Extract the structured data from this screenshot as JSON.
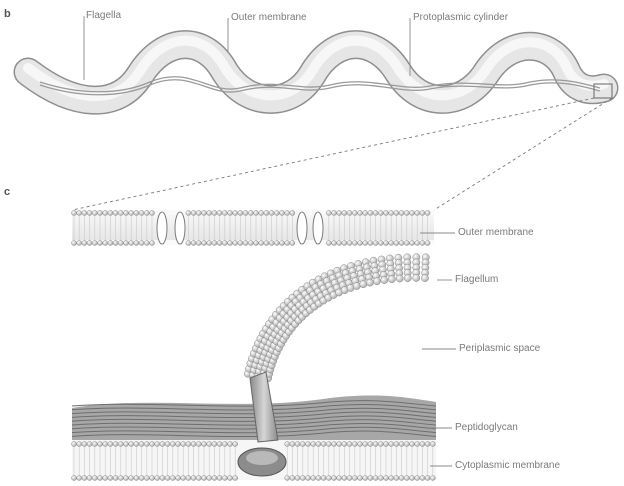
{
  "panel_b": {
    "letter": "b",
    "labels": {
      "flagella": "Flagella",
      "outer_membrane": "Outer membrane",
      "protoplasmic_cylinder": "Protoplasmic cylinder"
    }
  },
  "panel_c": {
    "letter": "c",
    "labels": {
      "outer_membrane": "Outer membrane",
      "flagellum": "Flagellum",
      "periplasmic_space": "Periplasmic space",
      "peptidoglycan": "Peptidoglycan",
      "cytoplasmic_membrane": "Cytoplasmic membrane"
    }
  }
}
